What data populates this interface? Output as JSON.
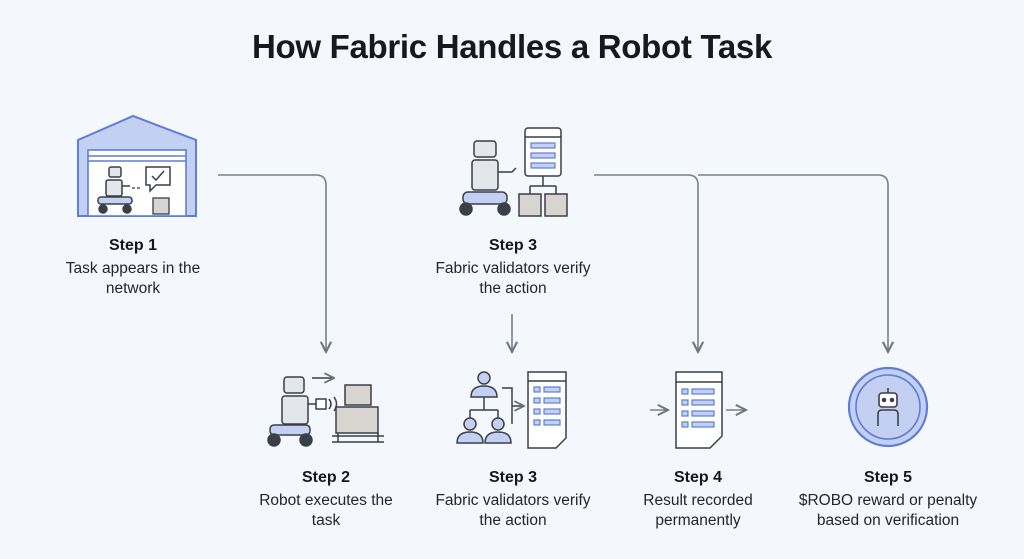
{
  "title": "How Fabric Handles a Robot Task",
  "steps": [
    {
      "label": "Step 1",
      "text": "Task appears in the network"
    },
    {
      "label": "Step 3",
      "text": "Fabric validators verify the action"
    },
    {
      "label": "Step 2",
      "text": "Robot executes the task"
    },
    {
      "label": "Step 3",
      "text": "Fabric validators verify the action"
    },
    {
      "label": "Step 4",
      "text": "Result recorded permanently"
    },
    {
      "label": "Step 5",
      "text": "$ROBO reward or penalty based on verification"
    }
  ],
  "colors": {
    "accent_fill": "#c3d0f2",
    "accent_blue": "#5d7ed6",
    "line": "#6f7580",
    "icon_stroke": "#3a3f48",
    "box_fill": "#d8d4cf"
  }
}
